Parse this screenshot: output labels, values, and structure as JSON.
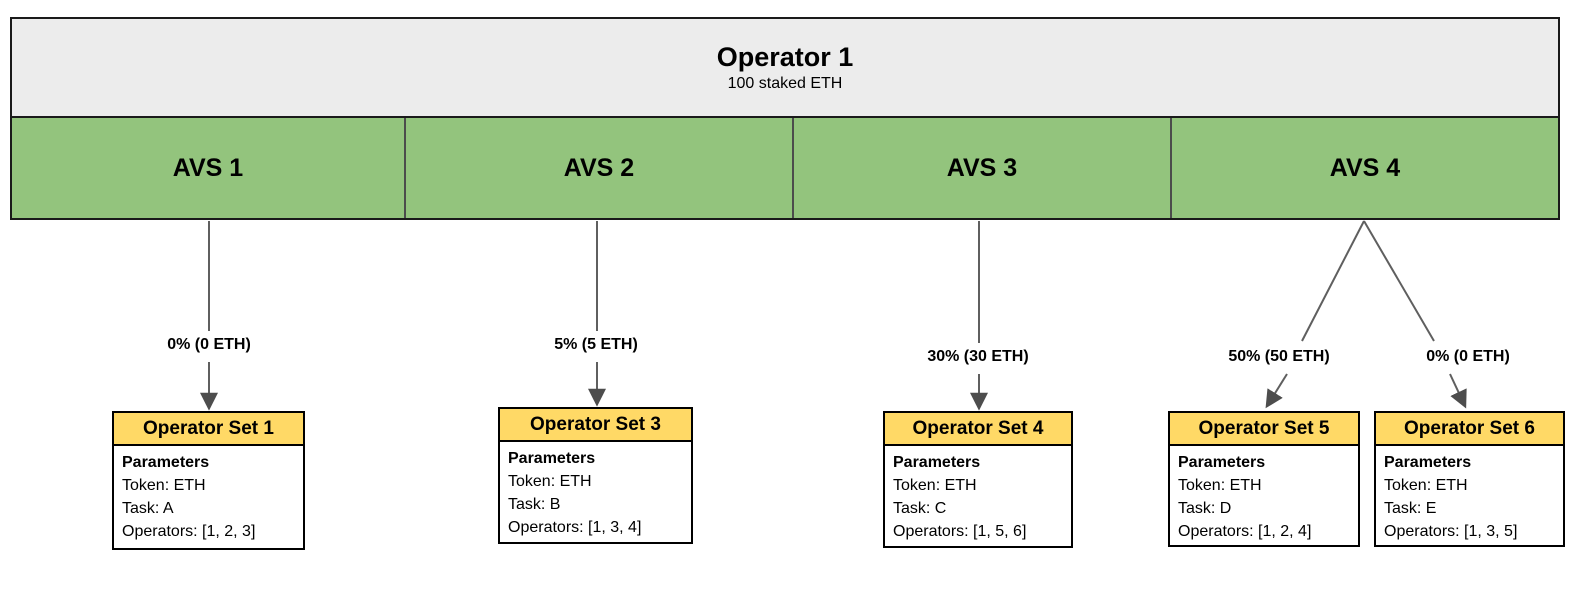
{
  "colors": {
    "operator_fill": "#ececec",
    "avs_fill": "#93c47d",
    "set_header_fill": "#ffd966",
    "box_border": "#000000",
    "outer_border": "#1a1a1a",
    "connector_line": "#5f5f5f",
    "arrowhead": "#4d4d4d"
  },
  "operator": {
    "title": "Operator 1",
    "subtitle": "100 staked ETH"
  },
  "avs_list": [
    {
      "label": "AVS 1"
    },
    {
      "label": "AVS 2"
    },
    {
      "label": "AVS 3"
    },
    {
      "label": "AVS 4"
    }
  ],
  "allocations": [
    {
      "from": "AVS 1",
      "to": "Operator Set 1",
      "label": "0% (0 ETH)"
    },
    {
      "from": "AVS 2",
      "to": "Operator Set 3",
      "label": "5% (5 ETH)"
    },
    {
      "from": "AVS 3",
      "to": "Operator Set 4",
      "label": "30% (30 ETH)"
    },
    {
      "from": "AVS 4",
      "to": "Operator Set 5",
      "label": "50% (50 ETH)"
    },
    {
      "from": "AVS 4",
      "to": "Operator Set 6",
      "label": "0% (0 ETH)"
    }
  ],
  "operator_sets": [
    {
      "title": "Operator Set 1",
      "params_heading": "Parameters",
      "lines": [
        "Token: ETH",
        "Task: A",
        "Operators: [1, 2, 3]"
      ]
    },
    {
      "title": "Operator Set 3",
      "params_heading": "Parameters",
      "lines": [
        "Token: ETH",
        "Task: B",
        "Operators: [1, 3, 4]"
      ]
    },
    {
      "title": "Operator Set 4",
      "params_heading": "Parameters",
      "lines": [
        "Token: ETH",
        "Task: C",
        "Operators: [1, 5, 6]"
      ]
    },
    {
      "title": "Operator Set 5",
      "params_heading": "Parameters",
      "lines": [
        "Token: ETH",
        "Task: D",
        "Operators: [1, 2, 4]"
      ]
    },
    {
      "title": "Operator Set 6",
      "params_heading": "Parameters",
      "lines": [
        "Token: ETH",
        "Task: E",
        "Operators: [1, 3, 5]"
      ]
    }
  ]
}
